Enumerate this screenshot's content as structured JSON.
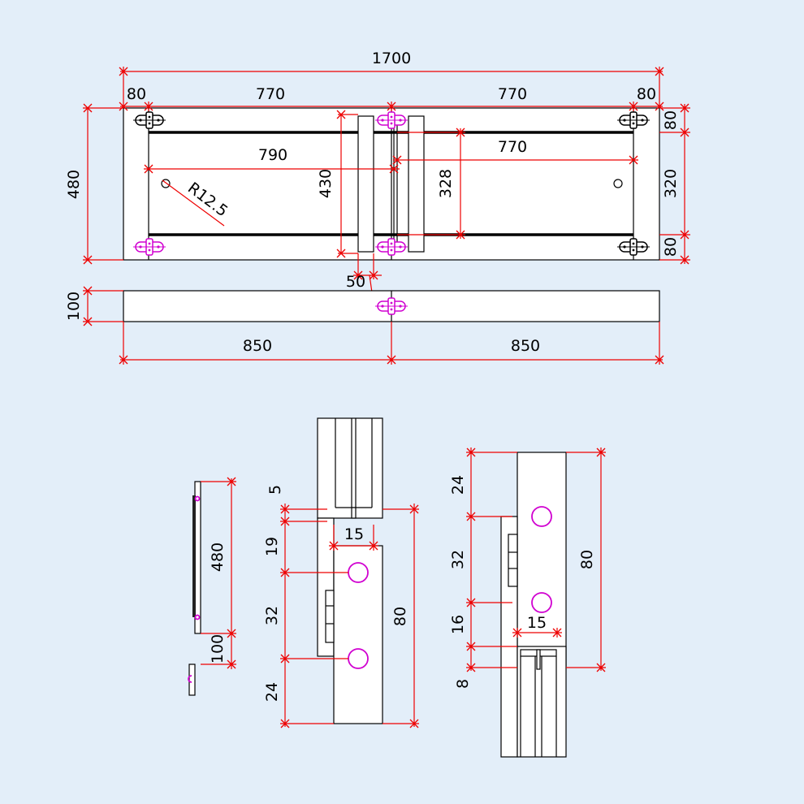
{
  "colors": {
    "background": "#e3eef9",
    "dimension_line": "#e00000",
    "hinge_highlight": "#d000d0",
    "outline": "#000000"
  },
  "icons": [
    "hinge-icon",
    "hinge-icon-highlighted",
    "hole-icon"
  ],
  "top_view": {
    "overall_width": "1700",
    "end_left": "80",
    "span_left": "770",
    "span_right": "770",
    "end_right": "80",
    "height": "480",
    "rail_top": "80",
    "rail_mid": "320",
    "rail_bottom": "80",
    "span_790": "790",
    "span_770_inner": "770",
    "height_430": "430",
    "height_328": "328",
    "radius": "R12.5",
    "gap_50": "50"
  },
  "strip_view": {
    "height": "100",
    "left_width": "850",
    "right_width": "850"
  },
  "side_small": {
    "height_480": "480",
    "height_100": "100"
  },
  "detail_left": {
    "dim_5": "5",
    "dim_15": "15",
    "dim_19": "19",
    "dim_32": "32",
    "dim_24": "24",
    "dim_80": "80"
  },
  "detail_right": {
    "dim_24": "24",
    "dim_32": "32",
    "dim_80": "80",
    "dim_16": "16",
    "dim_15": "15",
    "dim_8": "8"
  }
}
